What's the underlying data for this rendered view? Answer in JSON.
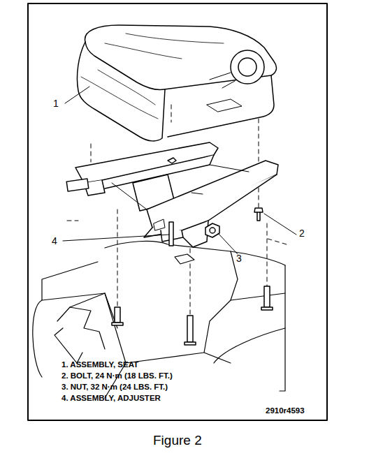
{
  "diagram": {
    "caption": "Figure 2",
    "labels": [
      "1",
      "2",
      "3",
      "4",
      "1. ASSEMBLY, SEAT",
      "2. BOLT, 24 N·m (18 LBS. FT.)",
      "3. NUT, 32 N·m (24 LBS. FT.)",
      "4. ASSEMBLY, ADJUSTER",
      "2910r4593"
    ]
  }
}
